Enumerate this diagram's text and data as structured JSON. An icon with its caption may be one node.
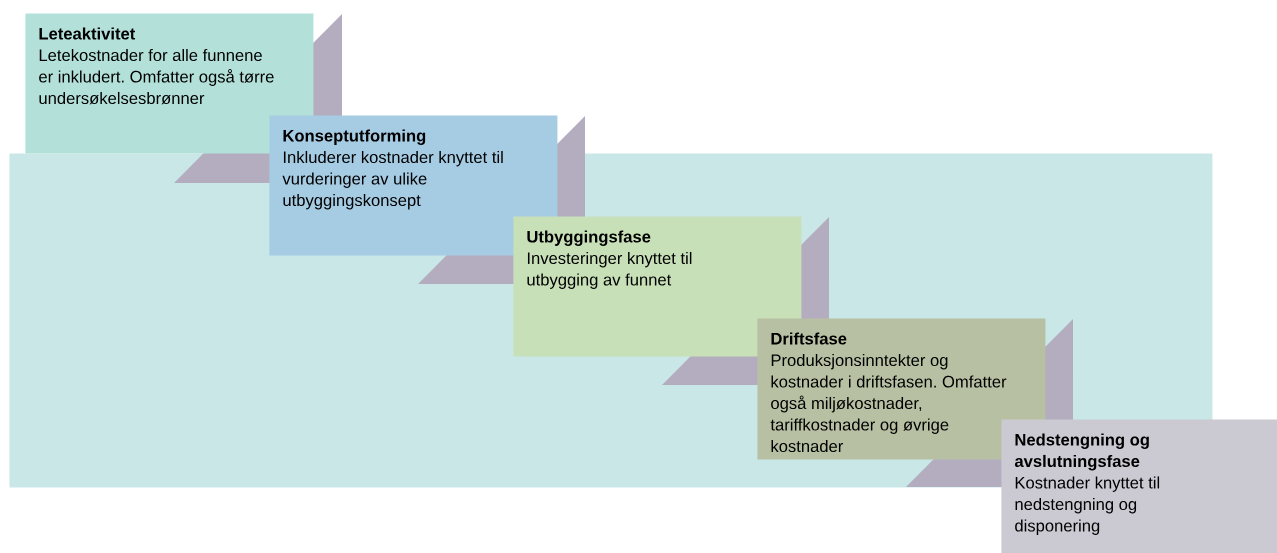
{
  "diagram": {
    "nodes": [
      {
        "text": [],
        "shape": "box"
      },
      {
        "text": [
          "Leteaktivitet",
          "Letekostnader for alle funnene er inkludert. Omfatter også tørre undersøkelsesbrønner"
        ]
      },
      {
        "text": [
          "Konseptutforming",
          "Inkluderer kostnader knyttet til vurderinger av ulike utbyggingskonsept"
        ]
      },
      {
        "text": [
          "Utbyggingsfase",
          "Investeringer knyttet til utbygging av funnet"
        ],
        "in": 0
      },
      {
        "text": [
          "Driftsfase",
          "Produksjonsinntekter og kostnader i driftsfasen. Omfatter også miljøkostnader, tariffkostnader og øvrige kostnader"
        ],
        "in": 0
      },
      {
        "text": [
          "Nedstengning og avslutningsfase",
          "Kostnader knyttet til nedstengning og disponering"
        ]
      }
    ]
  }
}
